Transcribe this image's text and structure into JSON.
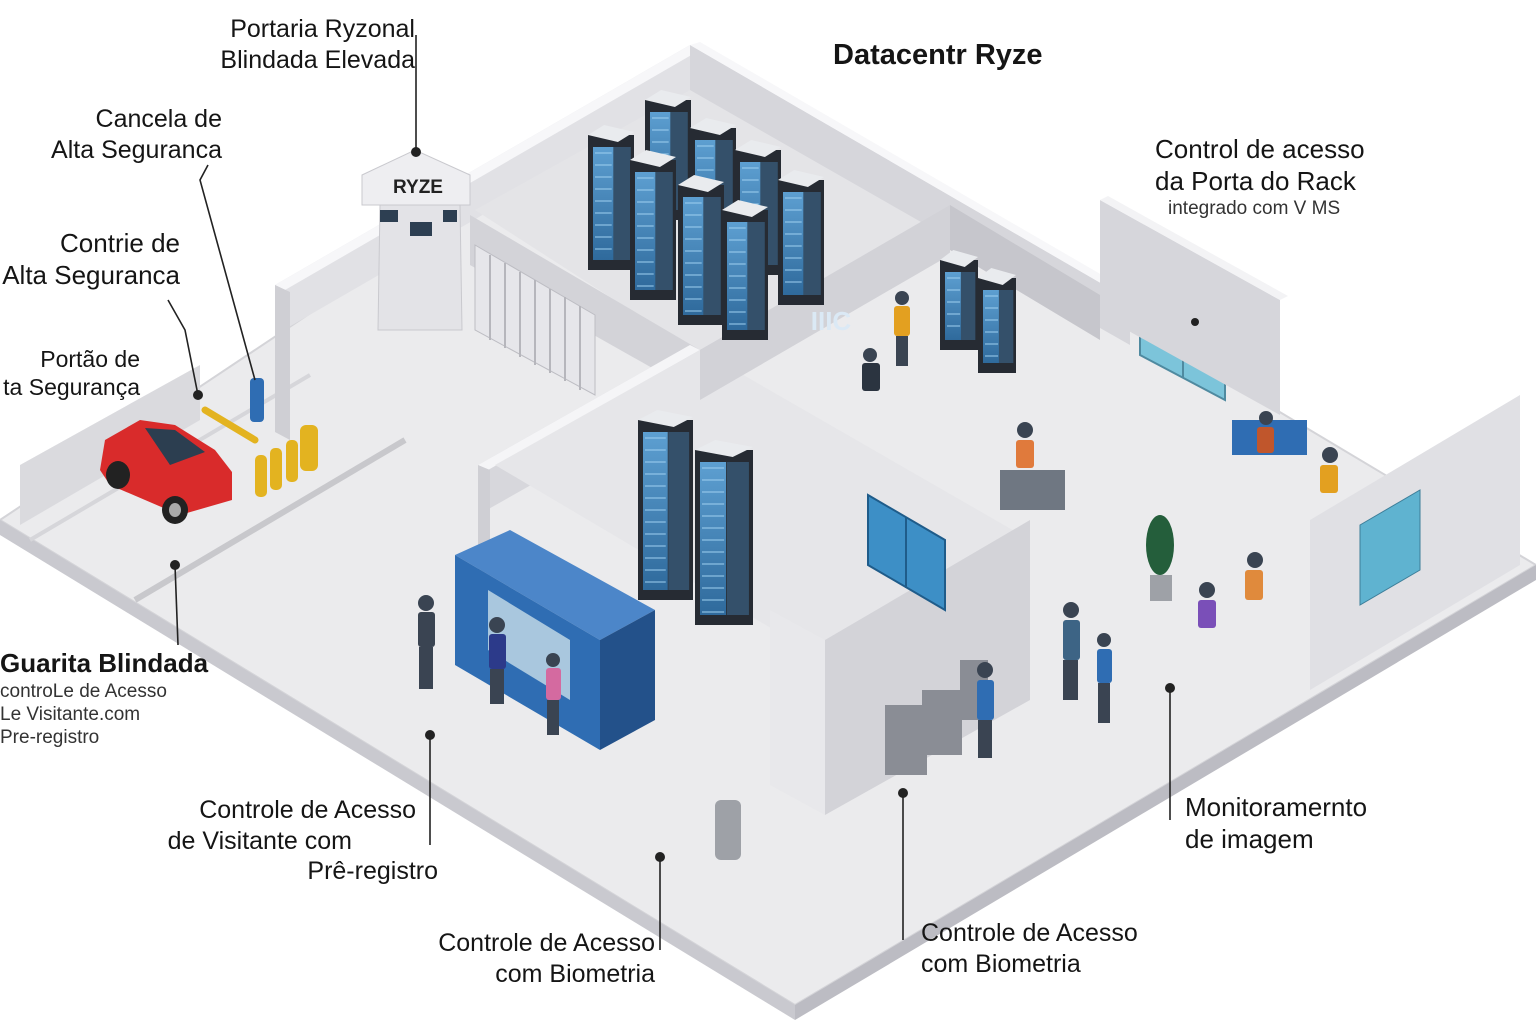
{
  "title": "Datacentr Ryze",
  "tower_sign": "RYZE",
  "screen_sign": "IIIC",
  "labels": {
    "portaria": [
      "Portaria Ryzonal",
      "Blindada Elevada"
    ],
    "cancela": [
      "Cancela de",
      "Alta Seguranca"
    ],
    "contrie": [
      "Contrie de",
      "Alta Seguranca"
    ],
    "portao": [
      "Portão de",
      "ta Segurança"
    ],
    "guarita": {
      "title": "Guarita Blindada",
      "lines": [
        "controLe de Acesso",
        "Le Visitante.com",
        "Pre-registro"
      ]
    },
    "visitante": [
      "Controle de Acesso",
      "de Visitante com",
      "Prê-registro"
    ],
    "biometria_1": [
      "Controle de Acesso",
      "com Biometria"
    ],
    "biometria_2": [
      "Controle de Acesso",
      "com Biometria"
    ],
    "monitoramento": [
      "Monitoramernto",
      "de imagem"
    ],
    "rack": {
      "title": [
        "Control de acesso",
        "da Porta do Rack"
      ],
      "sub": "integrado com V MS"
    }
  },
  "colors": {
    "floor": "#ececee",
    "wall_top": "#f4f4f6",
    "wall_side": "#d9d9dd",
    "server_body": "#262b33",
    "server_screen": "#4f8fc4",
    "kiosk": "#2f6db3",
    "car": "#d92b2b",
    "bollard": "#e3b320",
    "door_glass": "#5fb3d0"
  }
}
